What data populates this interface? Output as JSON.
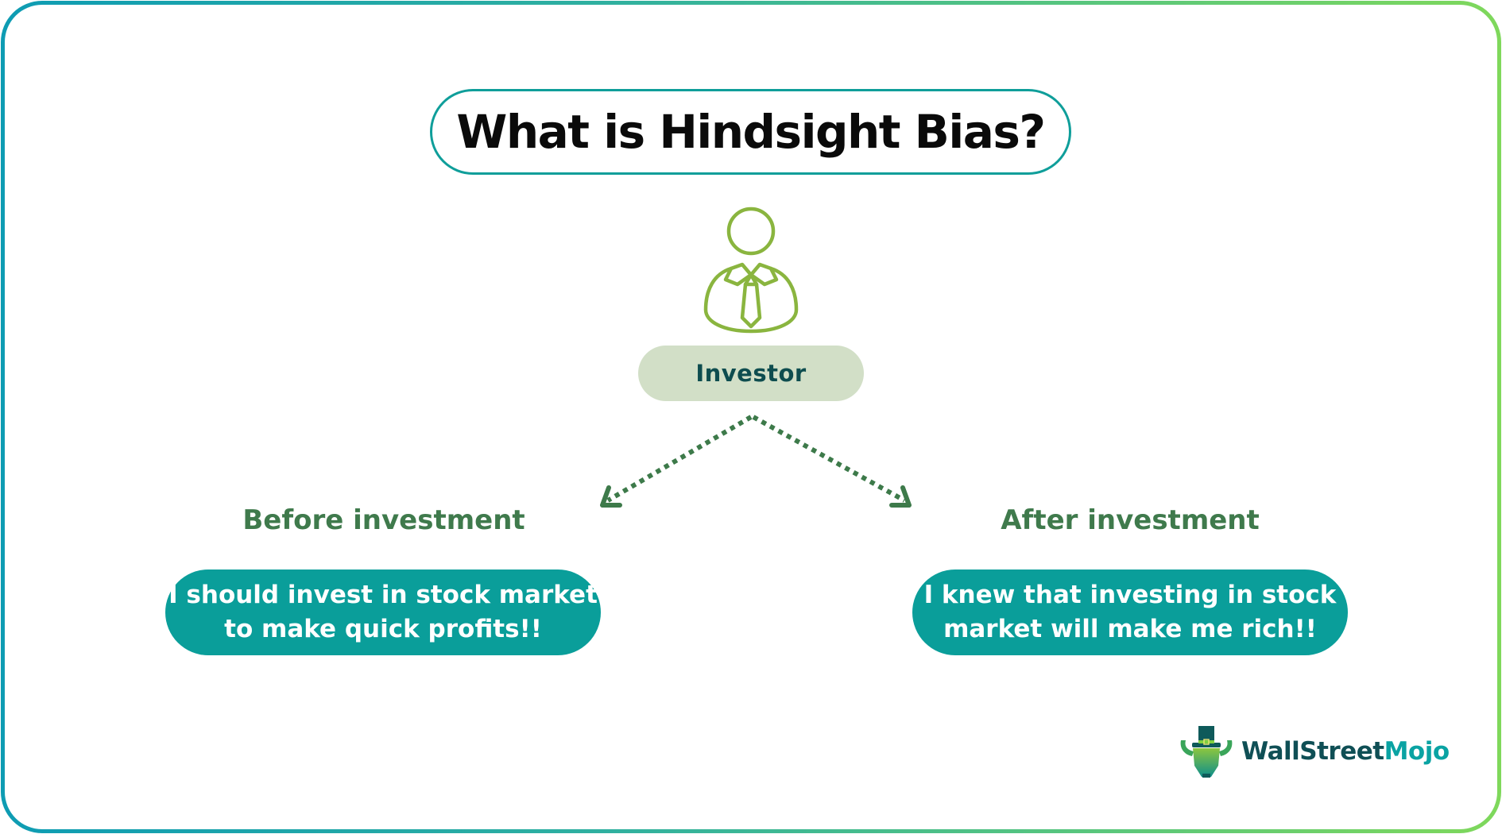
{
  "title": "What is Hindsight Bias?",
  "center": {
    "icon": "investor-person-icon",
    "label": "Investor"
  },
  "branches": [
    {
      "heading": "Before investment",
      "quote_lines": [
        "I should invest in stock market",
        "to make quick profits!!"
      ]
    },
    {
      "heading": "After investment",
      "quote_lines": [
        "I knew that investing in stock",
        "market will make me rich!!"
      ]
    }
  ],
  "logo": {
    "icon": "bull-logo-icon",
    "text_part1": "WallStreet",
    "text_part2": "Mojo"
  },
  "colors": {
    "frame_gradient_start": "#0e9cb3",
    "frame_gradient_end": "#7fd85b",
    "title_border": "#0f9e9a",
    "icon_green": "#8ab53f",
    "investor_pill_bg": "#d2dfc7",
    "investor_text": "#0e4d4f",
    "arrow_green": "#3d7a4a",
    "branch_heading": "#3f7a4c",
    "quote_bg": "#0a9e9a",
    "logo_dark": "#0f4f55",
    "logo_teal": "#0aa3a3"
  }
}
